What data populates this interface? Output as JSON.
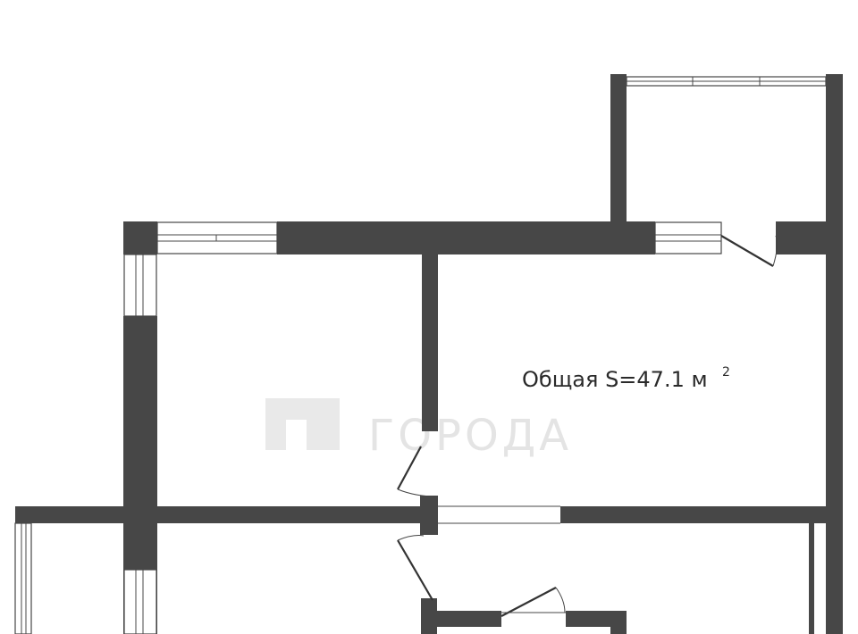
{
  "floor_plan": {
    "area_label": "Общая S=47.1 м",
    "area_unit_superscript": "2",
    "watermark_text": "ГОРОДА"
  },
  "colors": {
    "wall": "#474747",
    "background": "#ffffff",
    "watermark": "#e6e6e6"
  }
}
